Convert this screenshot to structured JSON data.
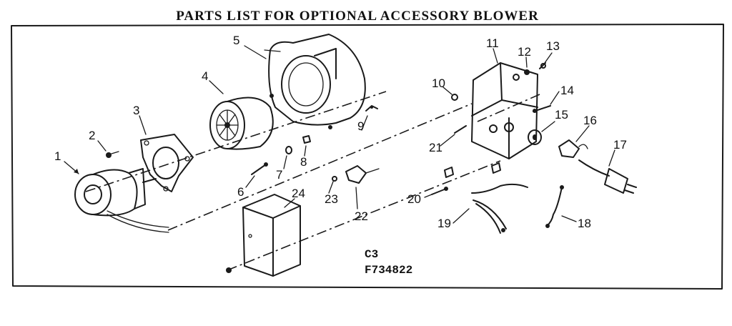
{
  "title": "PARTS LIST FOR OPTIONAL ACCESSORY BLOWER",
  "section_code": "C3",
  "drawing_number": "F734822",
  "callouts": [
    "1",
    "2",
    "3",
    "4",
    "5",
    "6",
    "7",
    "8",
    "9",
    "10",
    "11",
    "12",
    "13",
    "14",
    "15",
    "16",
    "17",
    "18",
    "19",
    "20",
    "21",
    "22",
    "23",
    "24"
  ]
}
